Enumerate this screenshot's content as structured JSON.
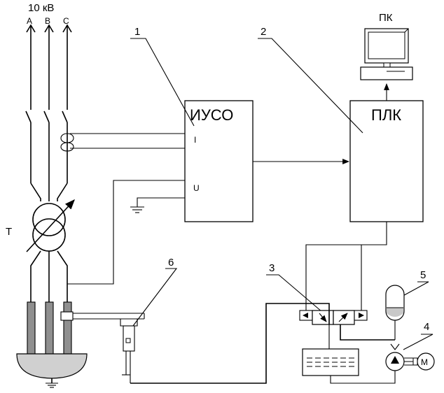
{
  "voltage_label": "10 кВ",
  "phases": [
    "A",
    "B",
    "C"
  ],
  "transformer_label": "Т",
  "iuso": {
    "title": "ИУСО",
    "input_current": "I",
    "input_voltage": "U"
  },
  "plc": {
    "title": "ПЛК"
  },
  "pc": {
    "label": "ПК"
  },
  "callouts": [
    "1",
    "2",
    "3",
    "4",
    "5",
    "6"
  ],
  "pump_motor_label": "М"
}
